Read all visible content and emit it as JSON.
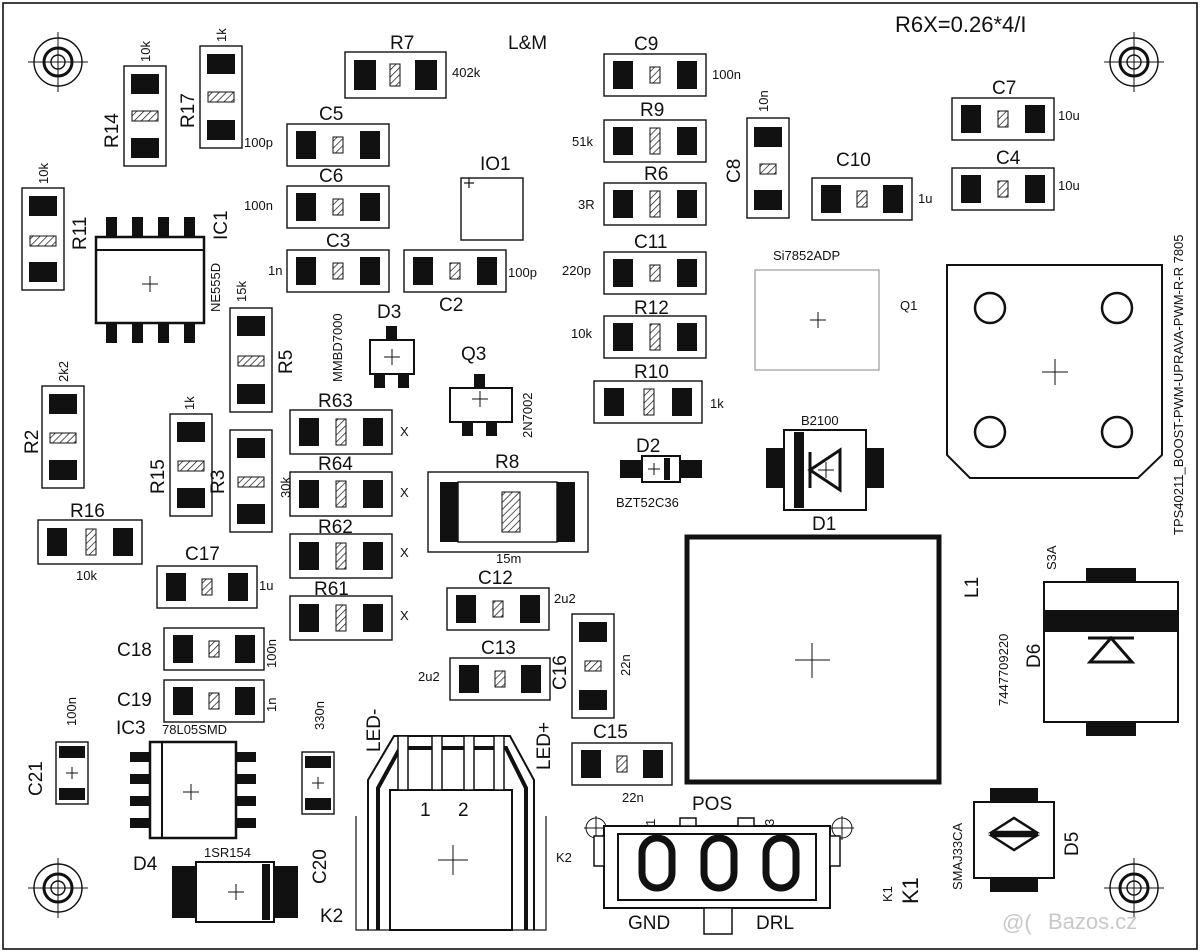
{
  "header": {
    "formula": "R6X=0.26*4/I",
    "brand": "L&M",
    "board_name": "TPS40211_BOOST-PWM-UPRAVA-PWM-R-R 7805"
  },
  "chips": {
    "io1": "IO1",
    "ic1_ref": "IC1",
    "ic1_part": "NE555D",
    "ic3_ref": "IC3",
    "ic3_part": "78L05SMD",
    "q1_ref": "Q1",
    "q1_part": "Si7852ADP",
    "q3_ref": "Q3",
    "q3_part": "2N7002",
    "d3_ref": "D3",
    "d3_part": "MMBD7000",
    "d2_ref": "D2",
    "d2_part": "BZT52C36",
    "d1_ref": "D1",
    "d1_part": "B2100",
    "d6_ref": "D6",
    "d6_part": "S3A",
    "d5_ref": "D5",
    "d5_part": "SMAJ33CA",
    "d4_ref": "D4",
    "d4_part": "1SR154",
    "l1_ref": "L1",
    "l1_part": "7447709220"
  },
  "resistors": {
    "r7": {
      "ref": "R7",
      "val": "402k"
    },
    "r9": {
      "ref": "R9",
      "val": "51k"
    },
    "r6": {
      "ref": "R6",
      "val": "3R"
    },
    "r12": {
      "ref": "R12",
      "val": "10k"
    },
    "r10": {
      "ref": "R10",
      "val": "1k"
    },
    "r14": {
      "ref": "R14",
      "val": "10k"
    },
    "r17": {
      "ref": "R17",
      "val": "1k"
    },
    "r11": {
      "ref": "R11",
      "val": "10k"
    },
    "r5": {
      "ref": "R5",
      "val": "15k"
    },
    "r2": {
      "ref": "R2",
      "val": "2k2"
    },
    "r15": {
      "ref": "R15",
      "val": "1k"
    },
    "r3": {
      "ref": "R3",
      "val": "30k"
    },
    "r16": {
      "ref": "R16",
      "val": "10k"
    },
    "r63": {
      "ref": "R63",
      "val": "X"
    },
    "r64": {
      "ref": "R64",
      "val": "X"
    },
    "r62": {
      "ref": "R62",
      "val": "X"
    },
    "r61": {
      "ref": "R61",
      "val": "X"
    },
    "r8": {
      "ref": "R8",
      "val": "15m"
    }
  },
  "capacitors": {
    "c9": {
      "ref": "C9",
      "val": "100n"
    },
    "c5": {
      "ref": "C5",
      "val": "100p"
    },
    "c6": {
      "ref": "C6",
      "val": "100n"
    },
    "c3": {
      "ref": "C3",
      "val": "1n"
    },
    "c2": {
      "ref": "C2",
      "val": "100p"
    },
    "c11": {
      "ref": "C11",
      "val": "220p"
    },
    "c8": {
      "ref": "C8",
      "val": "10n"
    },
    "c10": {
      "ref": "C10",
      "val": "1u"
    },
    "c7": {
      "ref": "C7",
      "val": "10u"
    },
    "c4": {
      "ref": "C4",
      "val": "10u"
    },
    "c17": {
      "ref": "C17",
      "val": "1u"
    },
    "c12": {
      "ref": "C12",
      "val": "2u2"
    },
    "c13": {
      "ref": "C13",
      "val": "2u2"
    },
    "c16": {
      "ref": "C16",
      "val": "22n"
    },
    "c15": {
      "ref": "C15",
      "val": "22n"
    },
    "c18": {
      "ref": "C18",
      "val": "100n"
    },
    "c19": {
      "ref": "C19",
      "val": "1n"
    },
    "c21": {
      "ref": "C21",
      "val": "100n"
    },
    "c20": {
      "ref": "C20",
      "val": "330n"
    }
  },
  "connectors": {
    "k2_ref": "K2",
    "led_minus": "LED-",
    "led_plus": "LED+",
    "pin1": "1",
    "pin2": "2",
    "k1_ref": "K1",
    "pos": "POS",
    "gnd": "GND",
    "drl": "DRL",
    "k1_pin1": "1",
    "k1_pin3": "3"
  },
  "watermark": {
    "text": "Bazos.cz"
  }
}
